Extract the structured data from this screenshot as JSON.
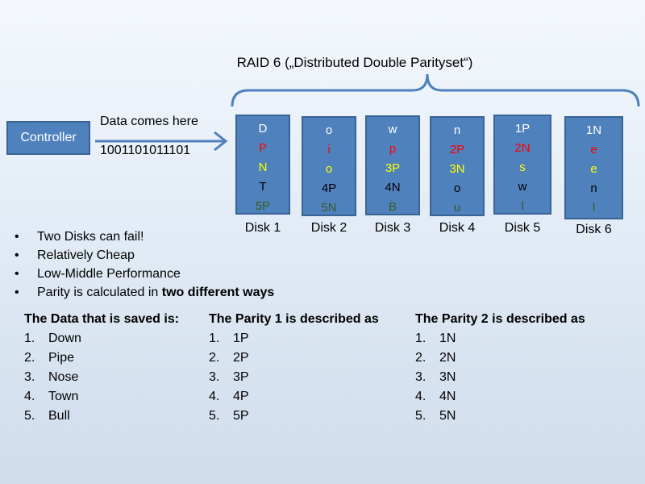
{
  "title": "RAID 6 („Distributed Double Parityset“)",
  "controller": {
    "label": "Controller"
  },
  "input": {
    "label": "Data comes here",
    "bits": "1001101011101"
  },
  "colors": {
    "white": "#ffffff",
    "red": "#ff0000",
    "yellow": "#ffff00",
    "black": "#000000",
    "green": "#3b5a1f"
  },
  "disks": [
    {
      "label": "Disk 1",
      "cells": [
        {
          "text": "D",
          "color": "white"
        },
        {
          "text": "P",
          "color": "red"
        },
        {
          "text": "N",
          "color": "yellow"
        },
        {
          "text": "T",
          "color": "black"
        },
        {
          "text": "5P",
          "color": "green"
        }
      ]
    },
    {
      "label": "Disk 2",
      "cells": [
        {
          "text": "o",
          "color": "white"
        },
        {
          "text": "i",
          "color": "red"
        },
        {
          "text": "o",
          "color": "yellow"
        },
        {
          "text": "4P",
          "color": "black"
        },
        {
          "text": "5N",
          "color": "green"
        }
      ]
    },
    {
      "label": "Disk 3",
      "cells": [
        {
          "text": "w",
          "color": "white"
        },
        {
          "text": "p",
          "color": "red"
        },
        {
          "text": "3P",
          "color": "yellow"
        },
        {
          "text": "4N",
          "color": "black"
        },
        {
          "text": "B",
          "color": "green"
        }
      ]
    },
    {
      "label": "Disk 4",
      "cells": [
        {
          "text": "n",
          "color": "white"
        },
        {
          "text": "2P",
          "color": "red"
        },
        {
          "text": "3N",
          "color": "yellow"
        },
        {
          "text": "o",
          "color": "black"
        },
        {
          "text": "u",
          "color": "green"
        }
      ]
    },
    {
      "label": "Disk 5",
      "cells": [
        {
          "text": "1P",
          "color": "white"
        },
        {
          "text": "2N",
          "color": "red"
        },
        {
          "text": "s",
          "color": "yellow"
        },
        {
          "text": "w",
          "color": "black"
        },
        {
          "text": "l",
          "color": "green"
        }
      ]
    },
    {
      "label": "Disk 6",
      "cells": [
        {
          "text": "1N",
          "color": "white"
        },
        {
          "text": "e",
          "color": "red"
        },
        {
          "text": "e",
          "color": "yellow"
        },
        {
          "text": "n",
          "color": "black"
        },
        {
          "text": "l",
          "color": "green"
        }
      ]
    }
  ],
  "bullets": [
    "Two Disks can fail!",
    "Relatively Cheap",
    "Low-Middle Performance"
  ],
  "bullet_last": {
    "prefix": "Parity is calculated in ",
    "bold": "two different ways"
  },
  "columns": [
    {
      "heading": "The Data that is saved is:",
      "items": [
        "Down",
        "Pipe",
        "Nose",
        "Town",
        "Bull"
      ]
    },
    {
      "heading": "The Parity 1 is described as",
      "items": [
        "1P",
        "2P",
        "3P",
        "4P",
        "5P"
      ]
    },
    {
      "heading": "The Parity 2 is described as",
      "items": [
        "1N",
        "2N",
        "3N",
        "4N",
        "5N"
      ]
    }
  ],
  "numbers": [
    "1.",
    "2.",
    "3.",
    "4.",
    "5."
  ]
}
